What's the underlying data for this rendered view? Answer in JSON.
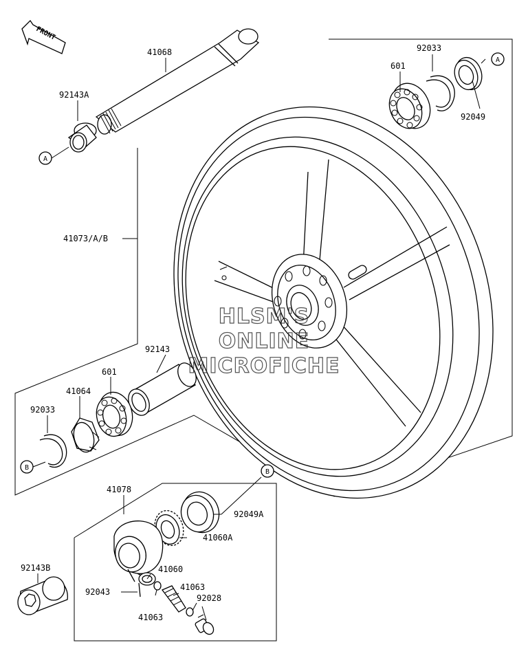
{
  "watermark": [
    "HLSM'S",
    "ONLINE",
    "MICROFICHE"
  ],
  "direction_label": "FRONT",
  "callouts": {
    "a": "A",
    "b": "B"
  },
  "parts": {
    "p41068": "41068",
    "p92143A": "92143A",
    "p601_top": "601",
    "p92033_top": "92033",
    "p92049": "92049",
    "p41073": "41073/A/B",
    "p92143": "92143",
    "p601_low": "601",
    "p41064": "41064",
    "p92033_low": "92033",
    "p41078": "41078",
    "p92049A": "92049A",
    "p41060A": "41060A",
    "p92143B": "92143B",
    "p41060": "41060",
    "p41063_a": "41063",
    "p92043": "92043",
    "p92028": "92028",
    "p41063_b": "41063"
  }
}
